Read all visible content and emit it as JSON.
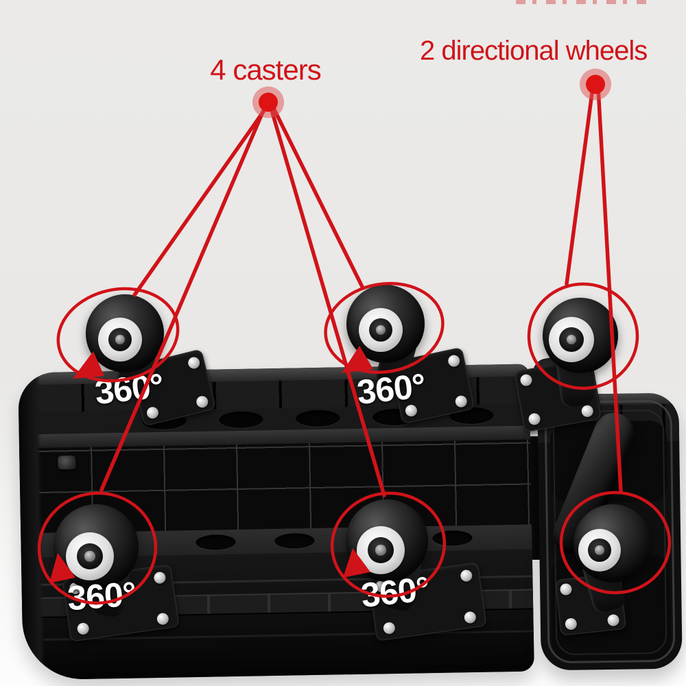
{
  "colors": {
    "accent_red": "#d01319",
    "dot_core_red": "#de1313",
    "background": "#e9e8e6",
    "rotation_text": "#ffffff"
  },
  "header": {
    "casters_label": "4 casters",
    "directional_label": "2 directional wheels"
  },
  "annotations": {
    "rotation_label": "360°",
    "caster_callouts": 4,
    "directional_callouts": 2
  }
}
